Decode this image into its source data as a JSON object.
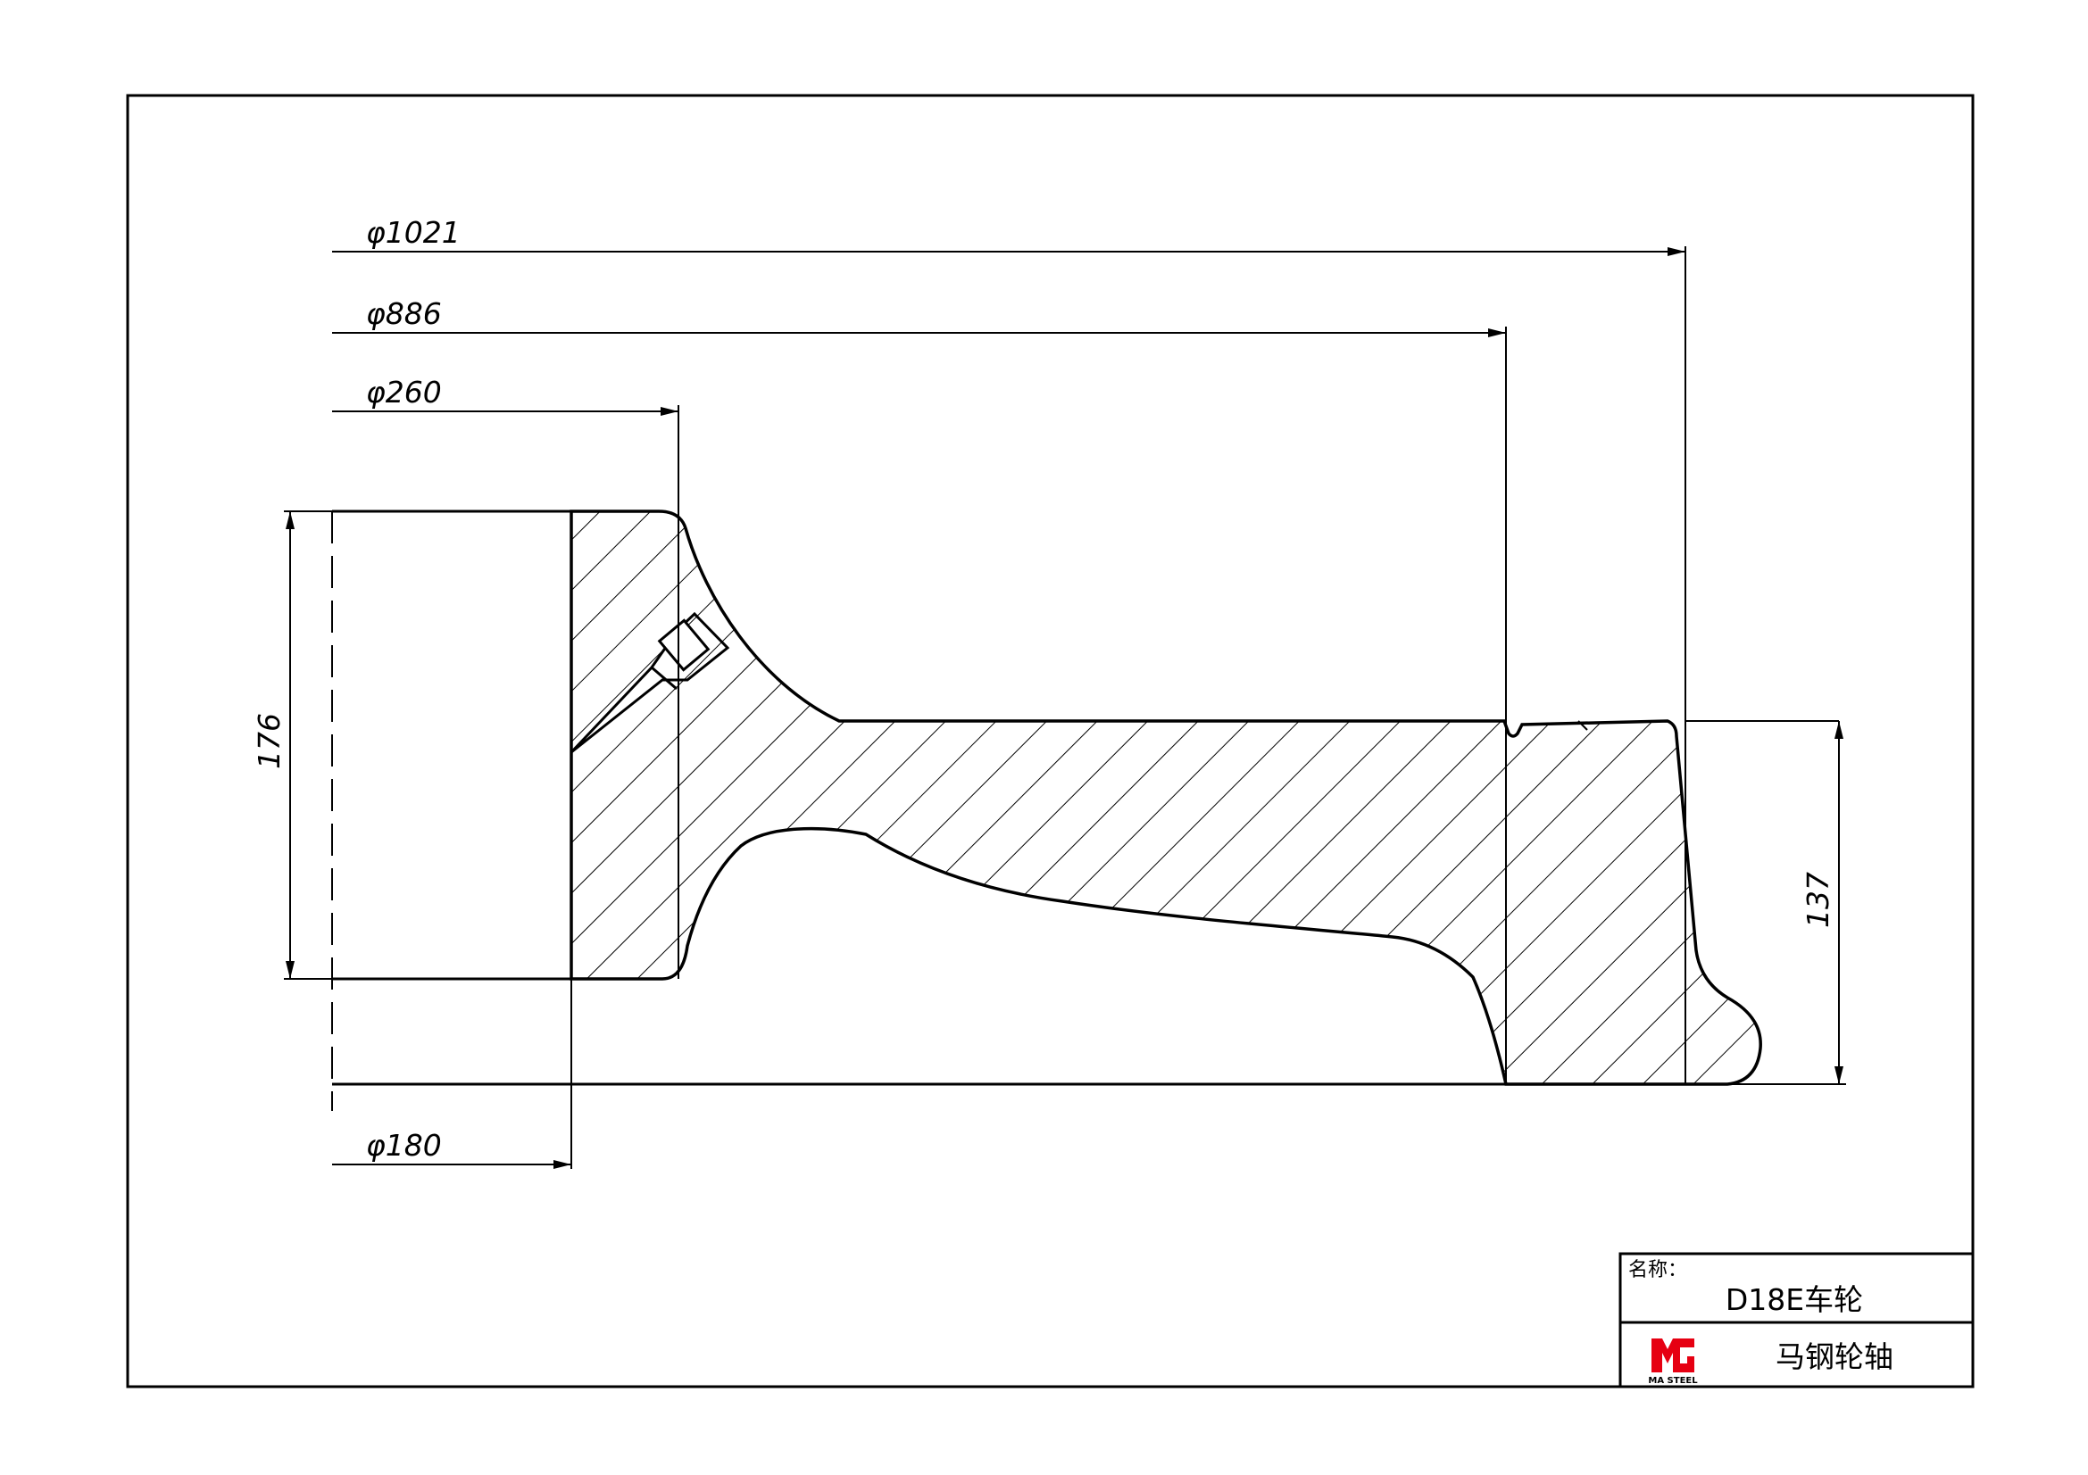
{
  "dimensions": {
    "phi_1021": "φ1021",
    "phi_886": "φ886",
    "phi_260": "φ260",
    "phi_180": "φ180",
    "height_176": "176",
    "height_137": "137"
  },
  "title_block": {
    "name_label": "名称：",
    "part_name": "D18E车轮",
    "logo_text": "MA STEEL",
    "company": "马钢轮轴"
  },
  "colors": {
    "line": "#000000",
    "logo_red": "#e60012"
  }
}
